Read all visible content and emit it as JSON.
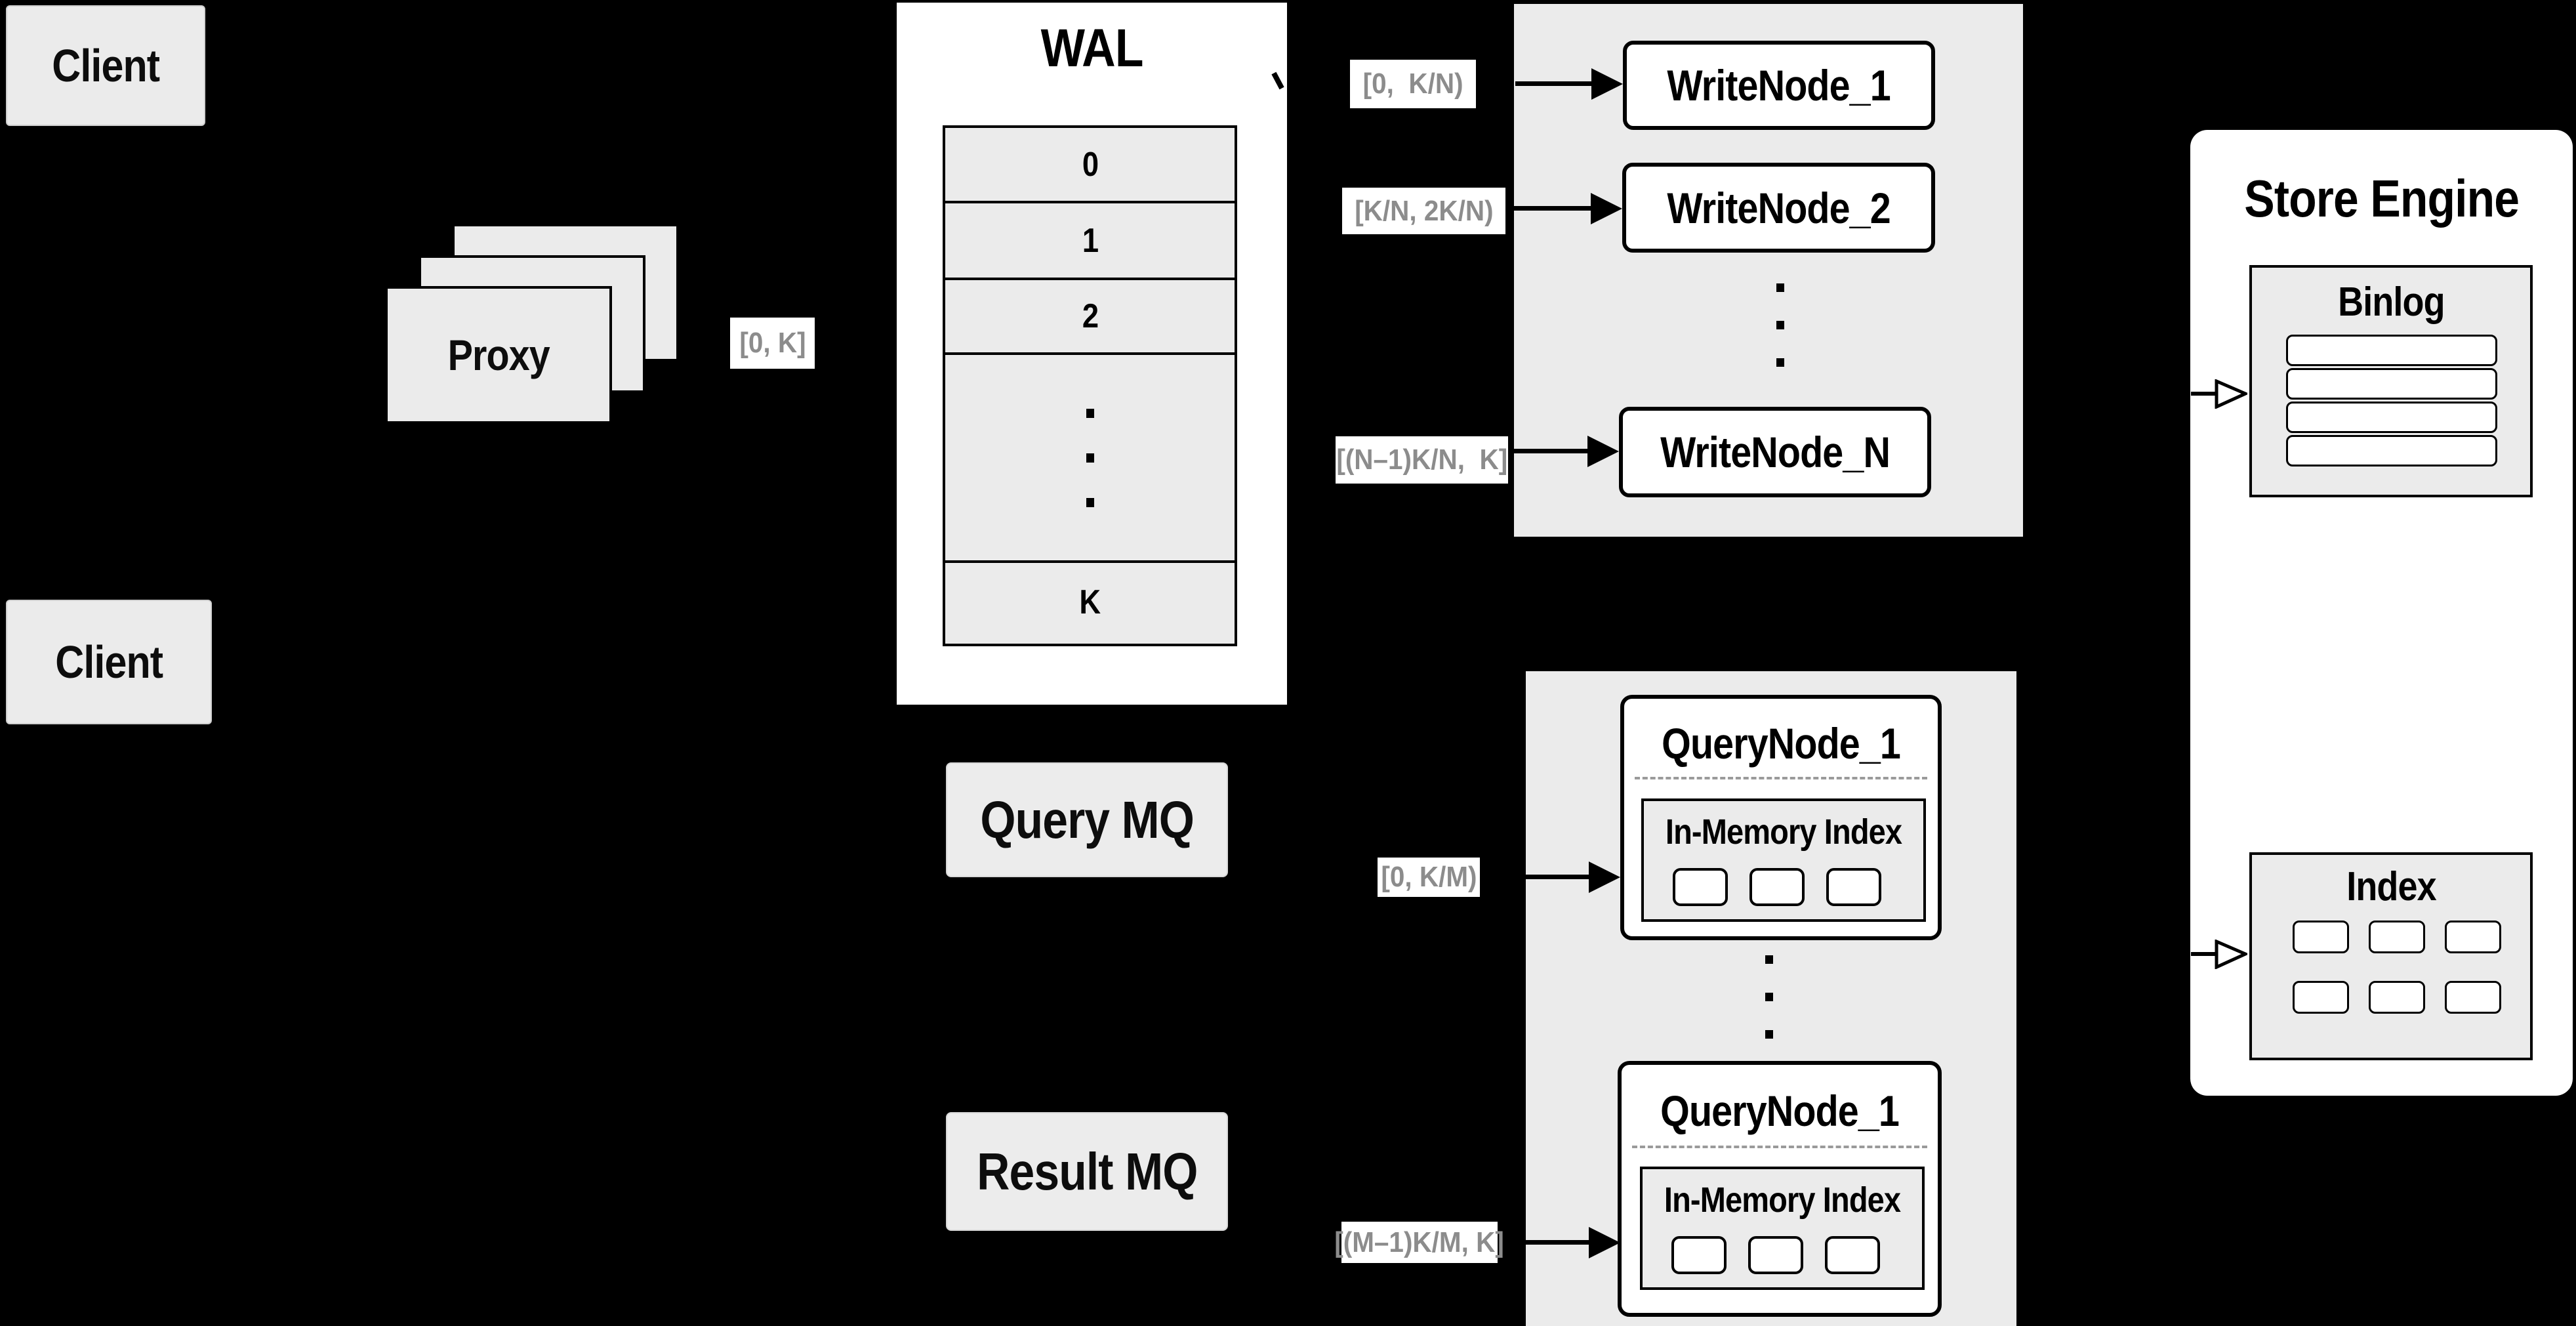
{
  "colors": {
    "background": "#000000",
    "panel_gray": "#ebebeb",
    "box_white": "#ffffff",
    "border_black": "#000000",
    "range_label_text": "#8c8c8c",
    "dashed_separator": "#9a9a9a"
  },
  "clients": {
    "top": "Client",
    "bottom": "Client"
  },
  "proxy": {
    "label": "Proxy"
  },
  "labels": {
    "proxy_out": "[0, K]",
    "write_1": "[0,  K/N)",
    "write_2": "[K/N, 2K/N)",
    "write_n": "[(N–1)K/N,  K]",
    "query_1": "[0, K/M)",
    "query_m": "[(M–1)K/M, K]"
  },
  "wal": {
    "title": "WAL",
    "rows": [
      "0",
      "1",
      "2"
    ],
    "last_row": "K"
  },
  "write_cluster": {
    "nodes": [
      "WriteNode_1",
      "WriteNode_2",
      "WriteNode_N"
    ]
  },
  "mq": {
    "query": "Query MQ",
    "result": "Result MQ"
  },
  "query_cluster": {
    "nodes": [
      {
        "title": "QueryNode_1",
        "inner_title": "In-Memory Index"
      },
      {
        "title": "QueryNode_1",
        "inner_title": "In-Memory Index"
      }
    ]
  },
  "store_engine": {
    "title": "Store Engine",
    "binlog_title": "Binlog",
    "index_title": "Index"
  }
}
